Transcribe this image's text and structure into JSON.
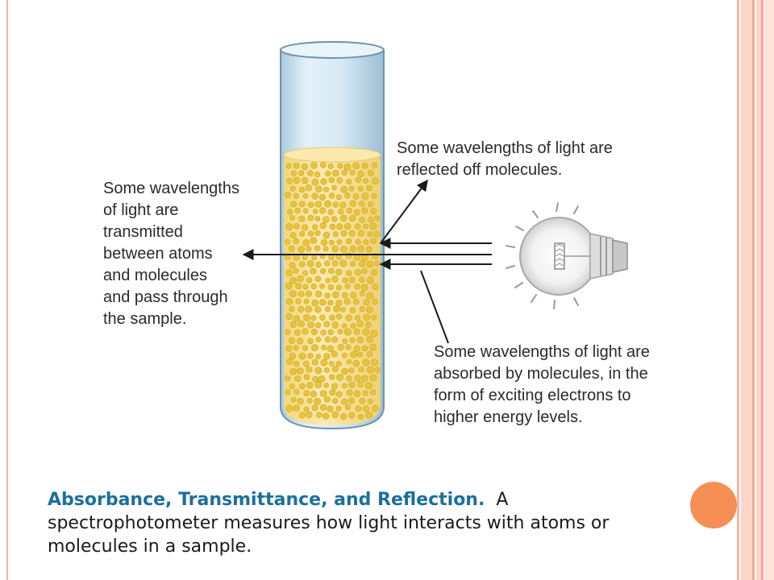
{
  "diagram": {
    "labels": {
      "reflected_line1": "Some wavelengths of light are",
      "reflected_line2": "reflected off molecules.",
      "transmitted_line1": "Some wavelengths",
      "transmitted_line2": "of light are",
      "transmitted_line3": "transmitted",
      "transmitted_line4": "between atoms",
      "transmitted_line5": "and molecules",
      "transmitted_line6": "and pass through",
      "transmitted_line7": "the sample.",
      "absorbed_line1": "Some wavelengths of light are",
      "absorbed_line2": "absorbed by molecules, in the",
      "absorbed_line3": "form of exciting electrons to",
      "absorbed_line4": "higher energy levels."
    },
    "icons": [
      "test-tube-icon",
      "light-bulb-icon"
    ],
    "colors": {
      "liquid": "#f7e29a",
      "molecule": "#e8c43a",
      "tube_glass": "#cfe4f2",
      "arrow": "#1a1a1a",
      "bulb": "#e8e8e8"
    }
  },
  "caption": {
    "title": "Absorbance, Transmittance, and Reflection.",
    "body": "A spectrophotometer measures how light interacts with atoms or molecules in a sample."
  },
  "theme": {
    "accent": "#f58f55",
    "title_color": "#1c6f9c",
    "border": "#f2b8a8"
  }
}
